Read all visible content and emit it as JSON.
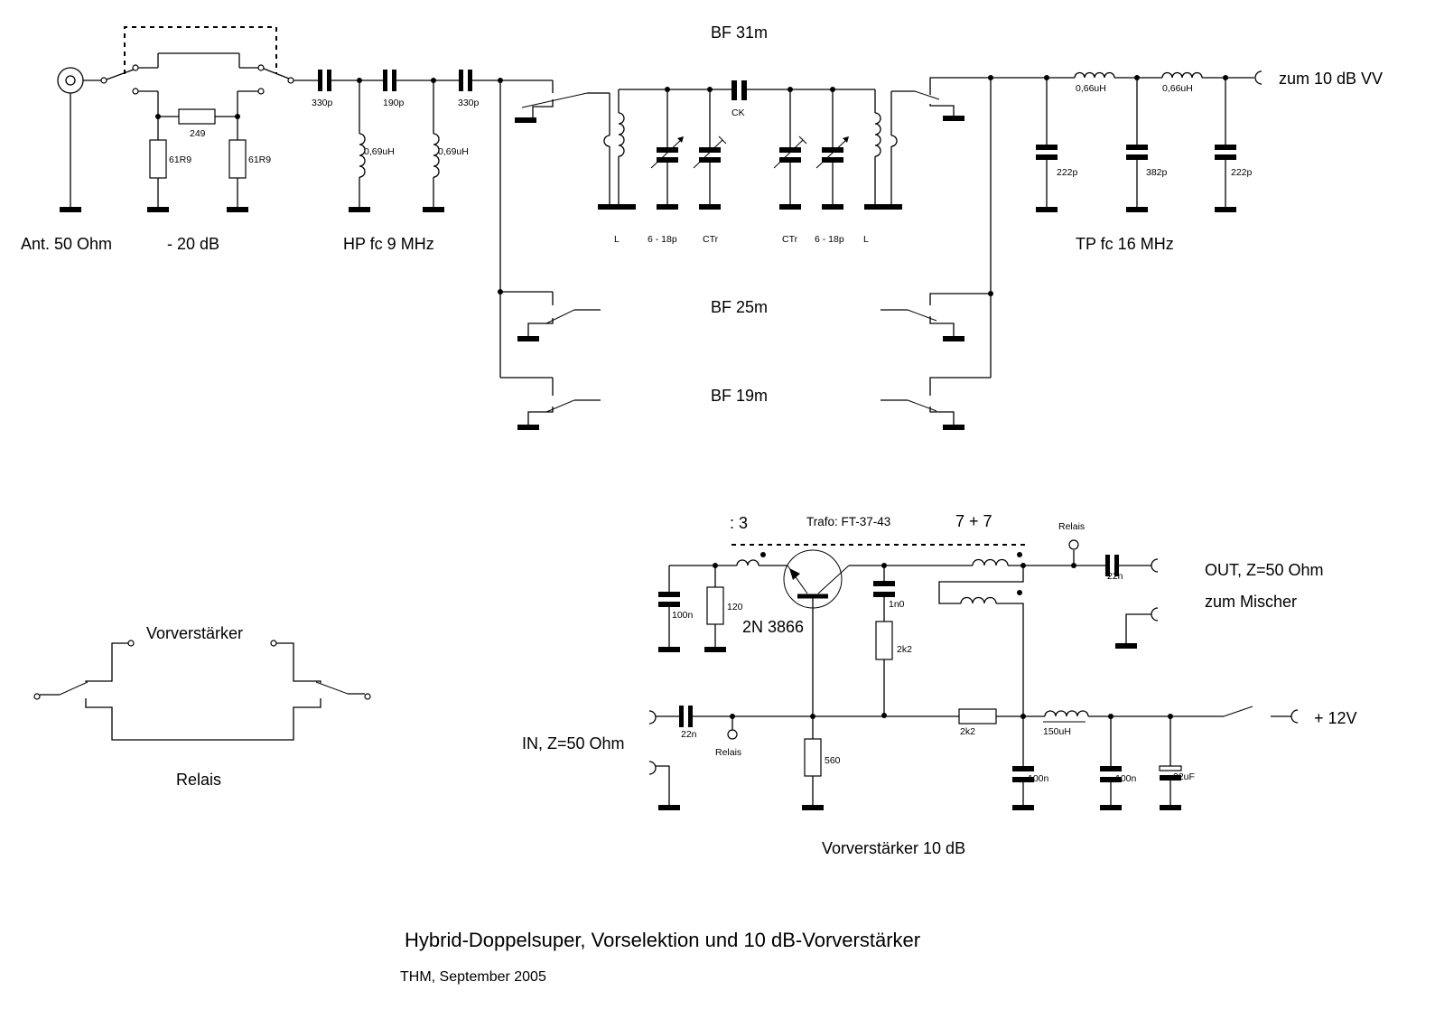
{
  "title": "Hybrid-Doppelsuper, Vorselektion und 10 dB-Vorverstärker",
  "author_date": "THM, September 2005",
  "preselector": {
    "antenna_label": "Ant. 50 Ohm",
    "attenuator": {
      "label": "- 20 dB",
      "series_resistor": "249",
      "shunt_resistor_left": "61R9",
      "shunt_resistor_right": "61R9"
    },
    "highpass": {
      "label": "HP fc 9 MHz",
      "c1": "330p",
      "c2": "190p",
      "c3": "330p",
      "l1": "0,69uH",
      "l2": "0,69uH"
    },
    "bandfilters": {
      "bf31": {
        "label": "BF 31m",
        "coupling_cap": "CK",
        "labels_bottom": [
          "L",
          "6 - 18p",
          "CTr",
          "CTr",
          "6 - 18p",
          "L"
        ]
      },
      "bf25": {
        "label": "BF 25m"
      },
      "bf19": {
        "label": "BF 19m"
      }
    },
    "lowpass": {
      "label": "TP fc 16 MHz",
      "l1": "0,66uH",
      "l2": "0,66uH",
      "c1": "222p",
      "c2": "382p",
      "c3": "222p"
    },
    "output_label": "zum 10 dB VV"
  },
  "relay_diagram": {
    "top_label": "Vorverstärker",
    "bottom_label": "Relais"
  },
  "amplifier": {
    "label": "Vorverstärker 10 dB",
    "trafo_label": "Trafo: FT-37-43",
    "ratio_left": ": 3",
    "ratio_right": "7 + 7",
    "transistor": "2N 3866",
    "input_cap": "22n",
    "input_relay": "Relais",
    "input_label": "IN, Z=50 Ohm",
    "bias_cap": "100n",
    "bias_resistor": "120",
    "fb_cap": "1n0",
    "fb_resistor": "2k2",
    "emitter_resistor": "560",
    "supply_resistor": "2k2",
    "choke": "150uH",
    "decoupling_cap1": "100n",
    "decoupling_cap2": "100n",
    "electrolytic": "22uF",
    "output_relay": "Relais",
    "output_cap": "22n",
    "output_label": "OUT, Z=50 Ohm",
    "output_sublabel": "zum Mischer",
    "supply_label": "+ 12V"
  }
}
